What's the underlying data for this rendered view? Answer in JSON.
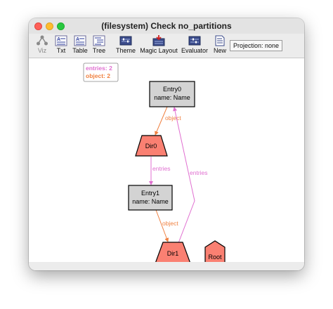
{
  "window": {
    "title": "(filesystem) Check no_partitions"
  },
  "toolbar": {
    "viz": "Viz",
    "txt": "Txt",
    "table": "Table",
    "tree": "Tree",
    "theme": "Theme",
    "magic_layout": "Magic Layout",
    "evaluator": "Evaluator",
    "new": "New",
    "projection": "Projection: none"
  },
  "legend": {
    "entries": "entries: 2",
    "object": "object: 2",
    "entries_color": "#e06fd0",
    "object_color": "#f08040"
  },
  "graph": {
    "entry0": {
      "line1": "Entry0",
      "line2": "name: Name"
    },
    "entry1": {
      "line1": "Entry1",
      "line2": "name: Name"
    },
    "dir0": "Dir0",
    "dir1": "Dir1",
    "root": "Root",
    "edge_object_1": "object",
    "edge_object_2": "object",
    "edge_entries_1": "entries",
    "edge_entries_2": "entries"
  },
  "colors": {
    "dir_fill": "#fa8072",
    "entry_fill": "#d3d3d3",
    "entries_edge": "#e06fd0",
    "object_edge": "#f08040"
  }
}
